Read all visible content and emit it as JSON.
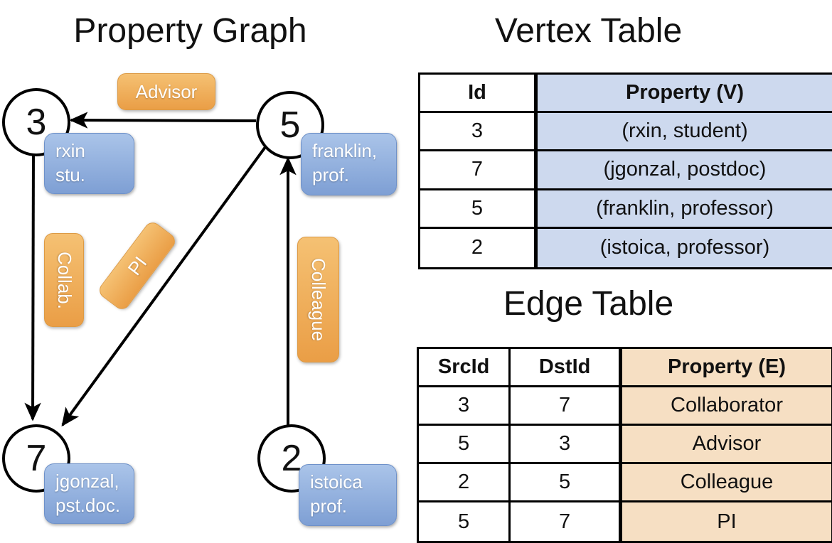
{
  "colors": {
    "orange_box_top": "#f5c173",
    "orange_box_bottom": "#ea9e46",
    "blue_box_top": "#aac4e9",
    "blue_box_bottom": "#7e9fd4",
    "vertex_property_cell_bg": "#cdd9ee",
    "edge_property_cell_bg": "#f6dfc3",
    "line_color": "#000000",
    "box_text_color": "#ffffff"
  },
  "graph": {
    "title": "Property Graph",
    "nodes": [
      {
        "id": "3"
      },
      {
        "id": "5"
      },
      {
        "id": "7"
      },
      {
        "id": "2"
      }
    ],
    "vertex_boxes": [
      {
        "line1": "rxin",
        "line2": "stu."
      },
      {
        "line1": "franklin,",
        "line2": "prof."
      },
      {
        "line1": "jgonzal,",
        "line2": "pst.doc."
      },
      {
        "line1": "istoica",
        "line2": "prof."
      }
    ],
    "edge_labels": {
      "advisor": "Advisor",
      "collab": "Collab.",
      "pi": "PI",
      "colleague": "Colleague"
    }
  },
  "vertex_table": {
    "title": "Vertex Table",
    "id_header": "Id",
    "property_header": "Property (V)",
    "rows": [
      {
        "id": "3",
        "property": "(rxin, student)"
      },
      {
        "id": "7",
        "property": "(jgonzal, postdoc)"
      },
      {
        "id": "5",
        "property": "(franklin, professor)"
      },
      {
        "id": "2",
        "property": "(istoica, professor)"
      }
    ]
  },
  "edge_table": {
    "title": "Edge Table",
    "src_header": "SrcId",
    "dst_header": "DstId",
    "property_header": "Property (E)",
    "rows": [
      {
        "src": "3",
        "dst": "7",
        "property": "Collaborator"
      },
      {
        "src": "5",
        "dst": "3",
        "property": "Advisor"
      },
      {
        "src": "2",
        "dst": "5",
        "property": "Colleague"
      },
      {
        "src": "5",
        "dst": "7",
        "property": "PI"
      }
    ]
  }
}
